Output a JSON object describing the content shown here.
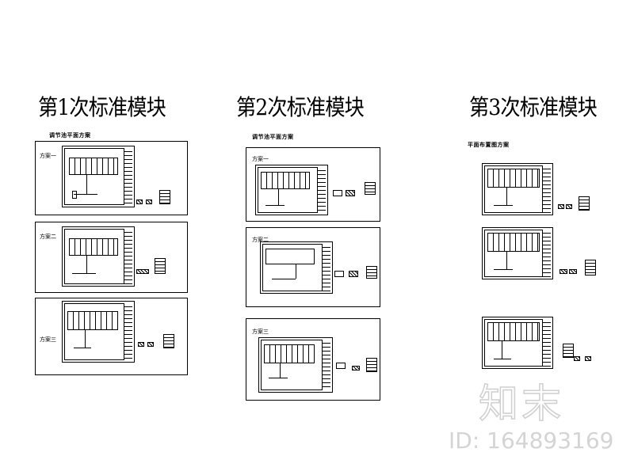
{
  "columns": [
    {
      "title": "第1次标准模块",
      "subtitle": "调节池平面方案",
      "variants": [
        "方案一",
        "方案二",
        "方案三"
      ]
    },
    {
      "title": "第2次标准模块",
      "subtitle": "调节池平面方案",
      "variants": [
        "方案一",
        "方案二",
        "方案三"
      ]
    },
    {
      "title": "第3次标准模块",
      "subtitle": "平面布置图方案"
    }
  ],
  "watermark": {
    "logo": "知末",
    "id": "ID: 164893169"
  }
}
